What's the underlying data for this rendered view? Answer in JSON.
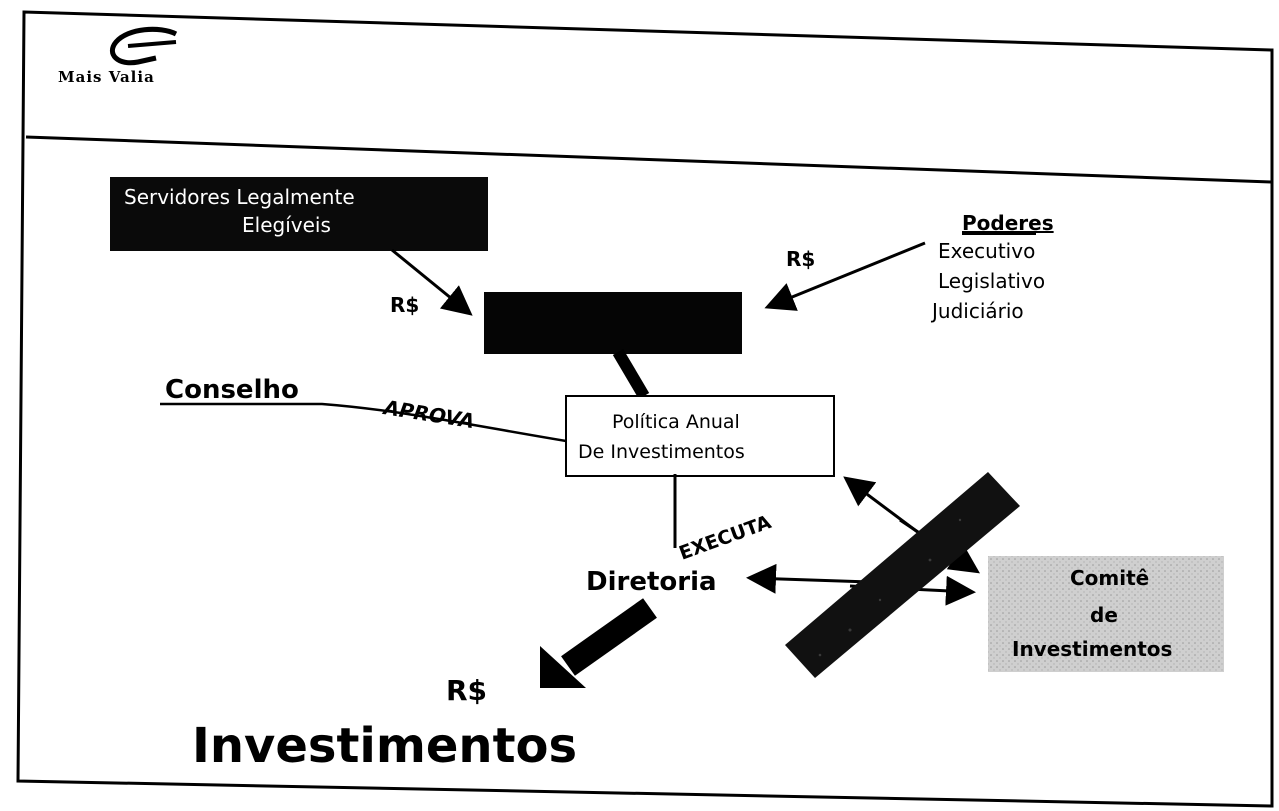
{
  "logo": {
    "name": "mais-valia-logo",
    "text": "Mais Valia"
  },
  "nodes": {
    "servidores": {
      "line1": "Servidores Legalmente",
      "line2": "Elegíveis"
    },
    "fundo": {
      "label": ""
    },
    "poderes": {
      "title": "Poderes",
      "items": [
        "Executivo",
        "Legislativo",
        "Judiciário"
      ]
    },
    "politica": {
      "line1": "Política Anual",
      "line2": "De Investimentos"
    },
    "conselho": {
      "label": "Conselho"
    },
    "diretoria": {
      "label": "Diretoria"
    },
    "comite": {
      "line1": "Comitê",
      "line2": "de",
      "line3": "Investimentos"
    },
    "investimentos": {
      "label": "Investimentos"
    }
  },
  "edge_labels": {
    "rs_servidores": "R$",
    "rs_poderes": "R$",
    "rs_investimentos": "R$",
    "aprova": "APROVA",
    "executa": "EXECUTA"
  },
  "colors": {
    "black": "#000000",
    "dark_box": "#0a0a0a",
    "comite_fill": "#cfcfcf",
    "white": "#ffffff"
  }
}
